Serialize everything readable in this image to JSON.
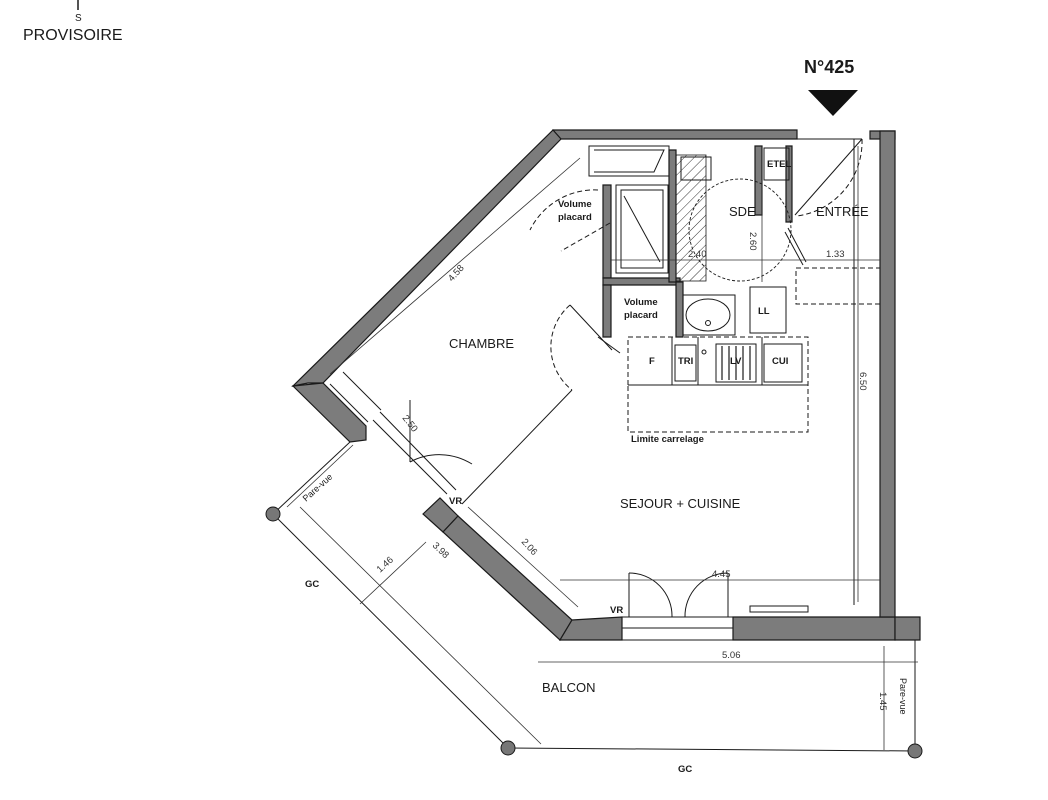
{
  "header": {
    "status": "PROVISOIRE",
    "compass_letter": "S",
    "lot_number": "N°425"
  },
  "rooms": {
    "chambre": "CHAMBRE",
    "sejour": "SEJOUR + CUISINE",
    "sde": "SDE",
    "entree": "ENTRÉE",
    "balcon": "BALCON"
  },
  "fixtures": {
    "volume_placard_1_line1": "Volume",
    "volume_placard_1_line2": "placard",
    "volume_placard_2_line1": "Volume",
    "volume_placard_2_line2": "placard",
    "etel": "ETEL",
    "ll": "LL",
    "fridge": "F",
    "tri": "TRI",
    "lv": "LV",
    "cui": "CUI",
    "limite": "Limite carrelage",
    "vr_1": "VR",
    "vr_2": "VR",
    "pare_vue_1": "Pare-vue",
    "pare_vue_2": "Pare-vue",
    "gc_1": "GC",
    "gc_2": "GC"
  },
  "dimensions": {
    "d_458": "4.58",
    "d_260": "2.60",
    "d_240": "2.40",
    "d_133": "1.33",
    "d_650": "6.50",
    "d_250": "2.50",
    "d_206": "2.06",
    "d_445": "4.45",
    "d_146": "1.46",
    "d_398": "3.98",
    "d_506": "5.06",
    "d_145": "1.45"
  }
}
